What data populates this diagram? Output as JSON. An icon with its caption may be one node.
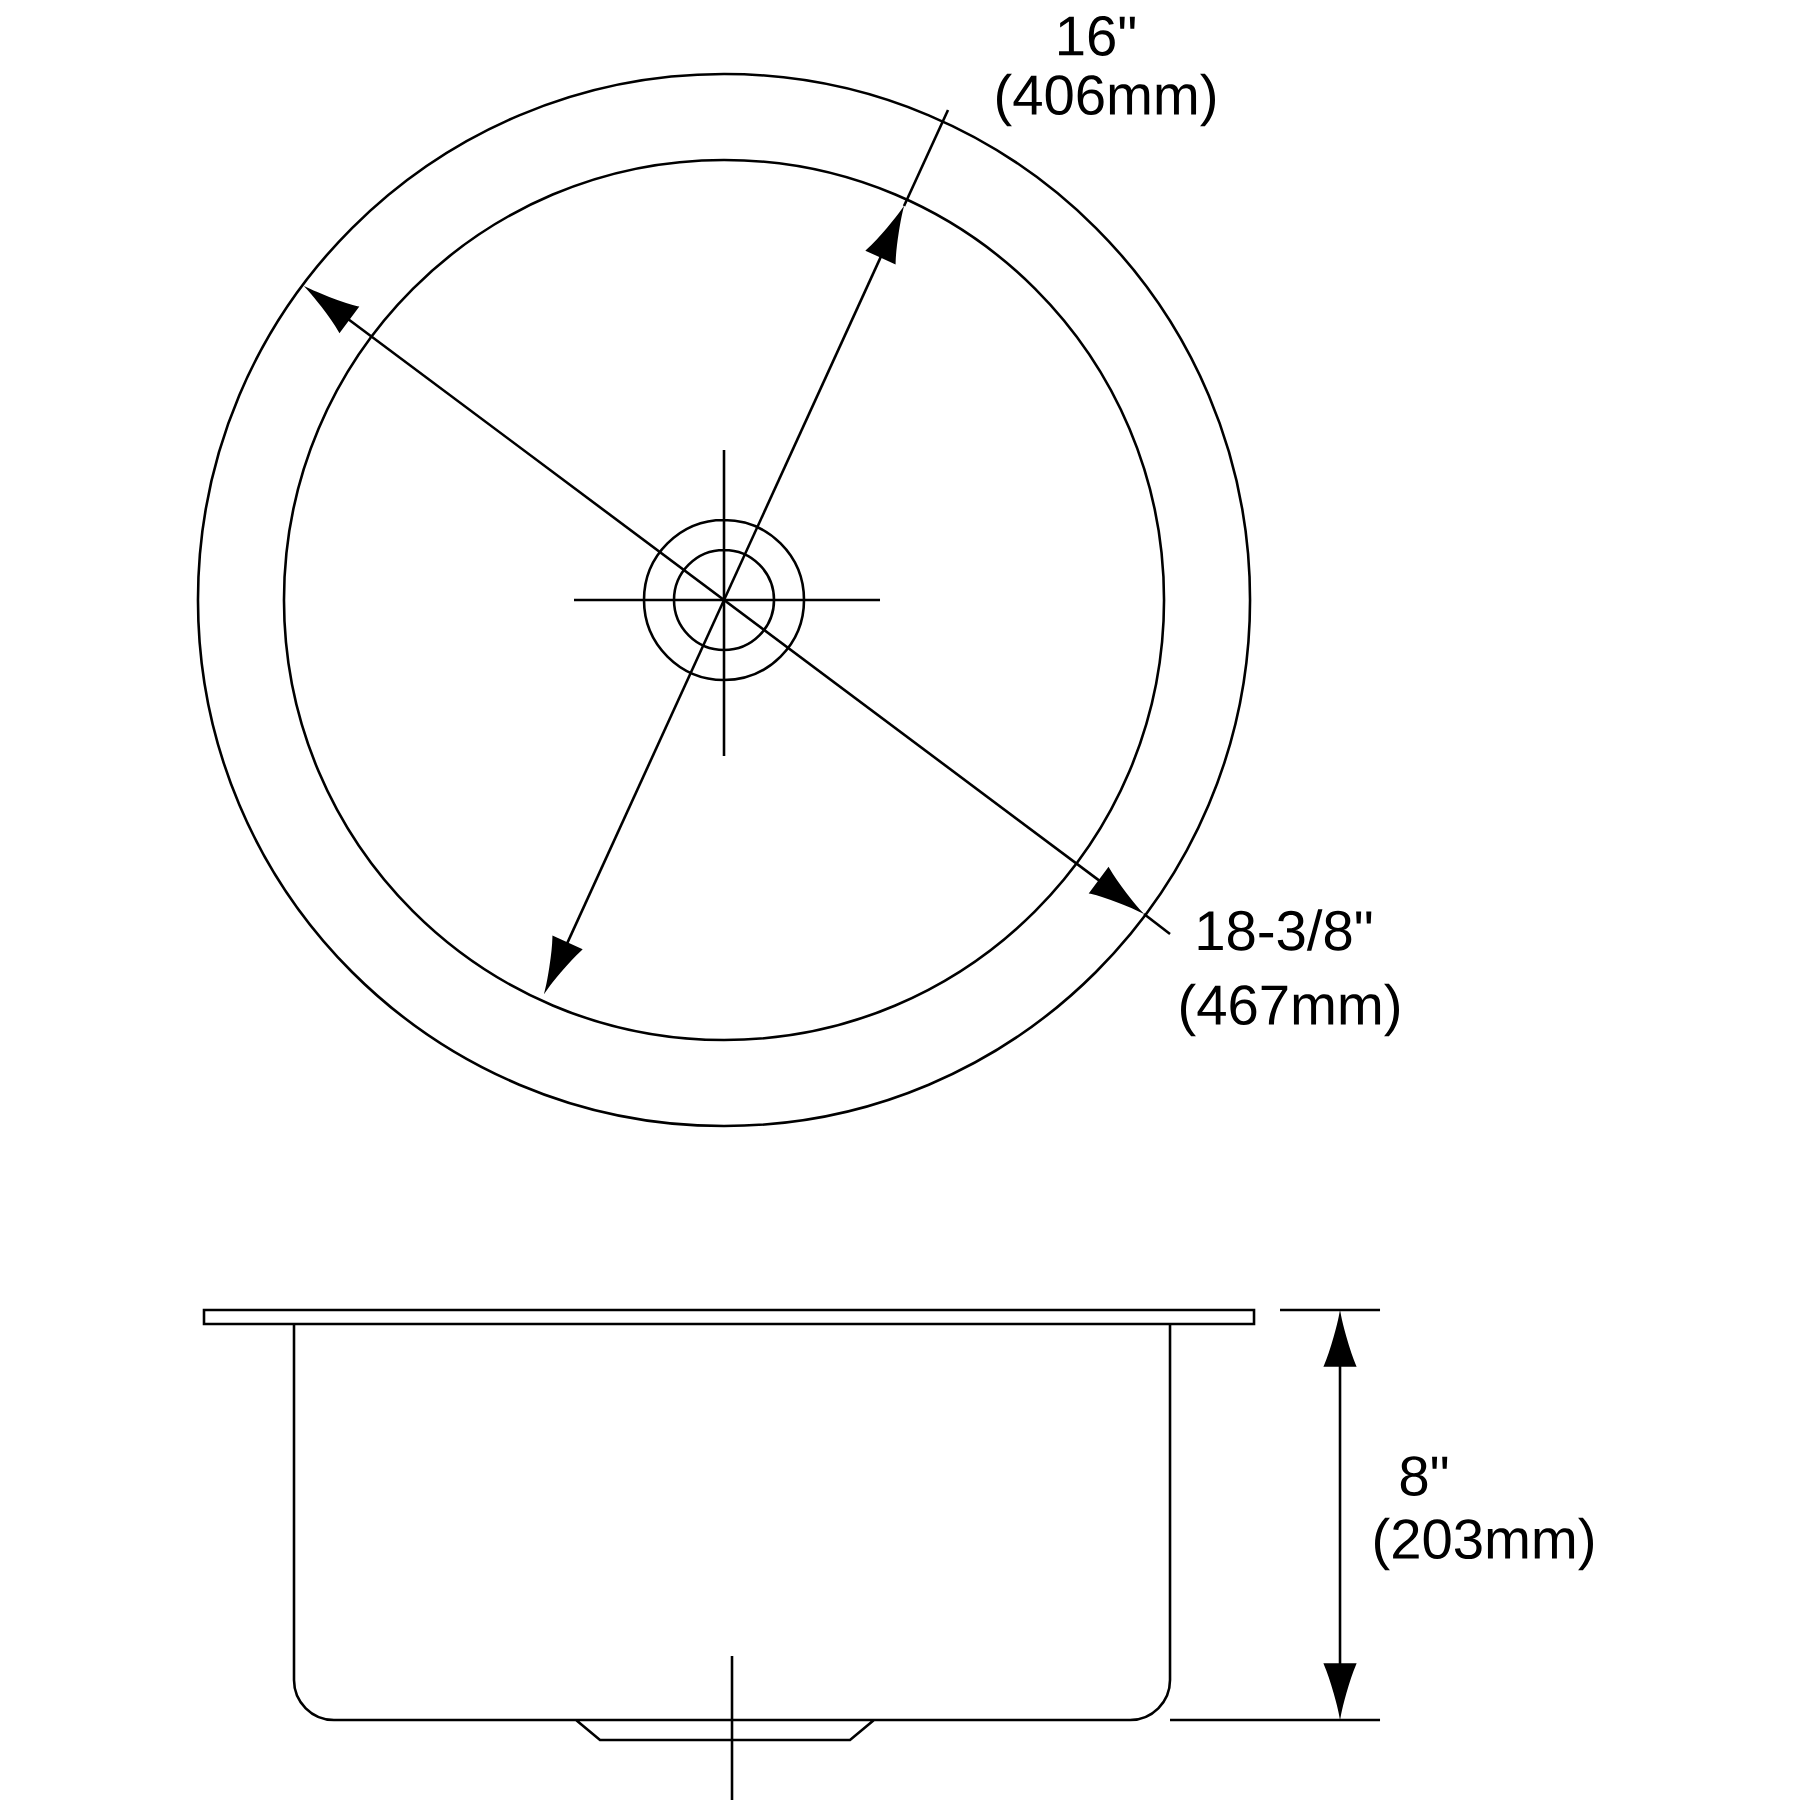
{
  "diagram": {
    "labels": [
      "16\"",
      "(406mm)",
      "18-3/8\"",
      "(467mm)",
      "8\"",
      "(203mm)"
    ]
  }
}
